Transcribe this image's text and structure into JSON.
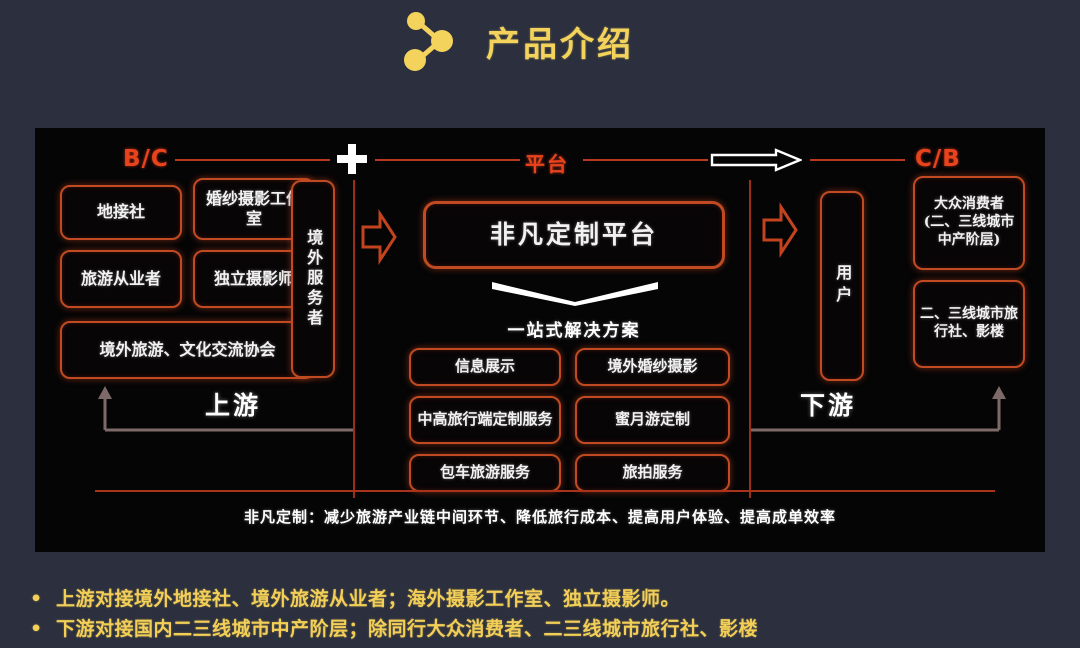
{
  "header": {
    "title": "产品介绍",
    "icon": "share-nodes-icon",
    "title_color": "#f3d35c"
  },
  "diagram": {
    "background_color": "#050506",
    "box_border_color": "#c04a22",
    "accent_color": "#e8431d",
    "top_rule": {
      "left_label": "B/C",
      "center_label": "平台",
      "right_label": "C/B",
      "plus_icon": "plus-icon",
      "arrow_icon": "right-arrow-icon"
    },
    "upstream": {
      "boxes": [
        {
          "label": "地接社"
        },
        {
          "label": "婚纱摄影工作室"
        },
        {
          "label": "旅游从业者"
        },
        {
          "label": "独立摄影师"
        },
        {
          "label": "境外旅游、文化交流协会"
        }
      ],
      "vertical_box": "境外服务者",
      "flow_label": "上游"
    },
    "platform": {
      "title": "非凡定制平台",
      "subtitle": "一站式解决方案",
      "chevron_icon": "chevron-down-icon",
      "services": [
        {
          "label": "信息展示"
        },
        {
          "label": "境外婚纱摄影"
        },
        {
          "label": "中高旅行端定制服务"
        },
        {
          "label": "蜜月游定制"
        },
        {
          "label": "包车旅游服务"
        },
        {
          "label": "旅拍服务"
        }
      ]
    },
    "downstream": {
      "vertical_box": "用户",
      "boxes": [
        {
          "label": "大众消费者(二、三线城市中产阶层)"
        },
        {
          "label": "二、三线城市旅行社、影楼"
        }
      ],
      "flow_label": "下游"
    },
    "caption": "非凡定制：减少旅游产业链中间环节、降低旅行成本、提高用户体验、提高成单效率"
  },
  "bullets": [
    {
      "marker": "•",
      "text": "上游对接境外地接社、境外旅游从业者；海外摄影工作室、独立摄影师。"
    },
    {
      "marker": "•",
      "text": "下游对接国内二三线城市中产阶层；除同行大众消费者、二三线城市旅行社、影楼"
    }
  ]
}
